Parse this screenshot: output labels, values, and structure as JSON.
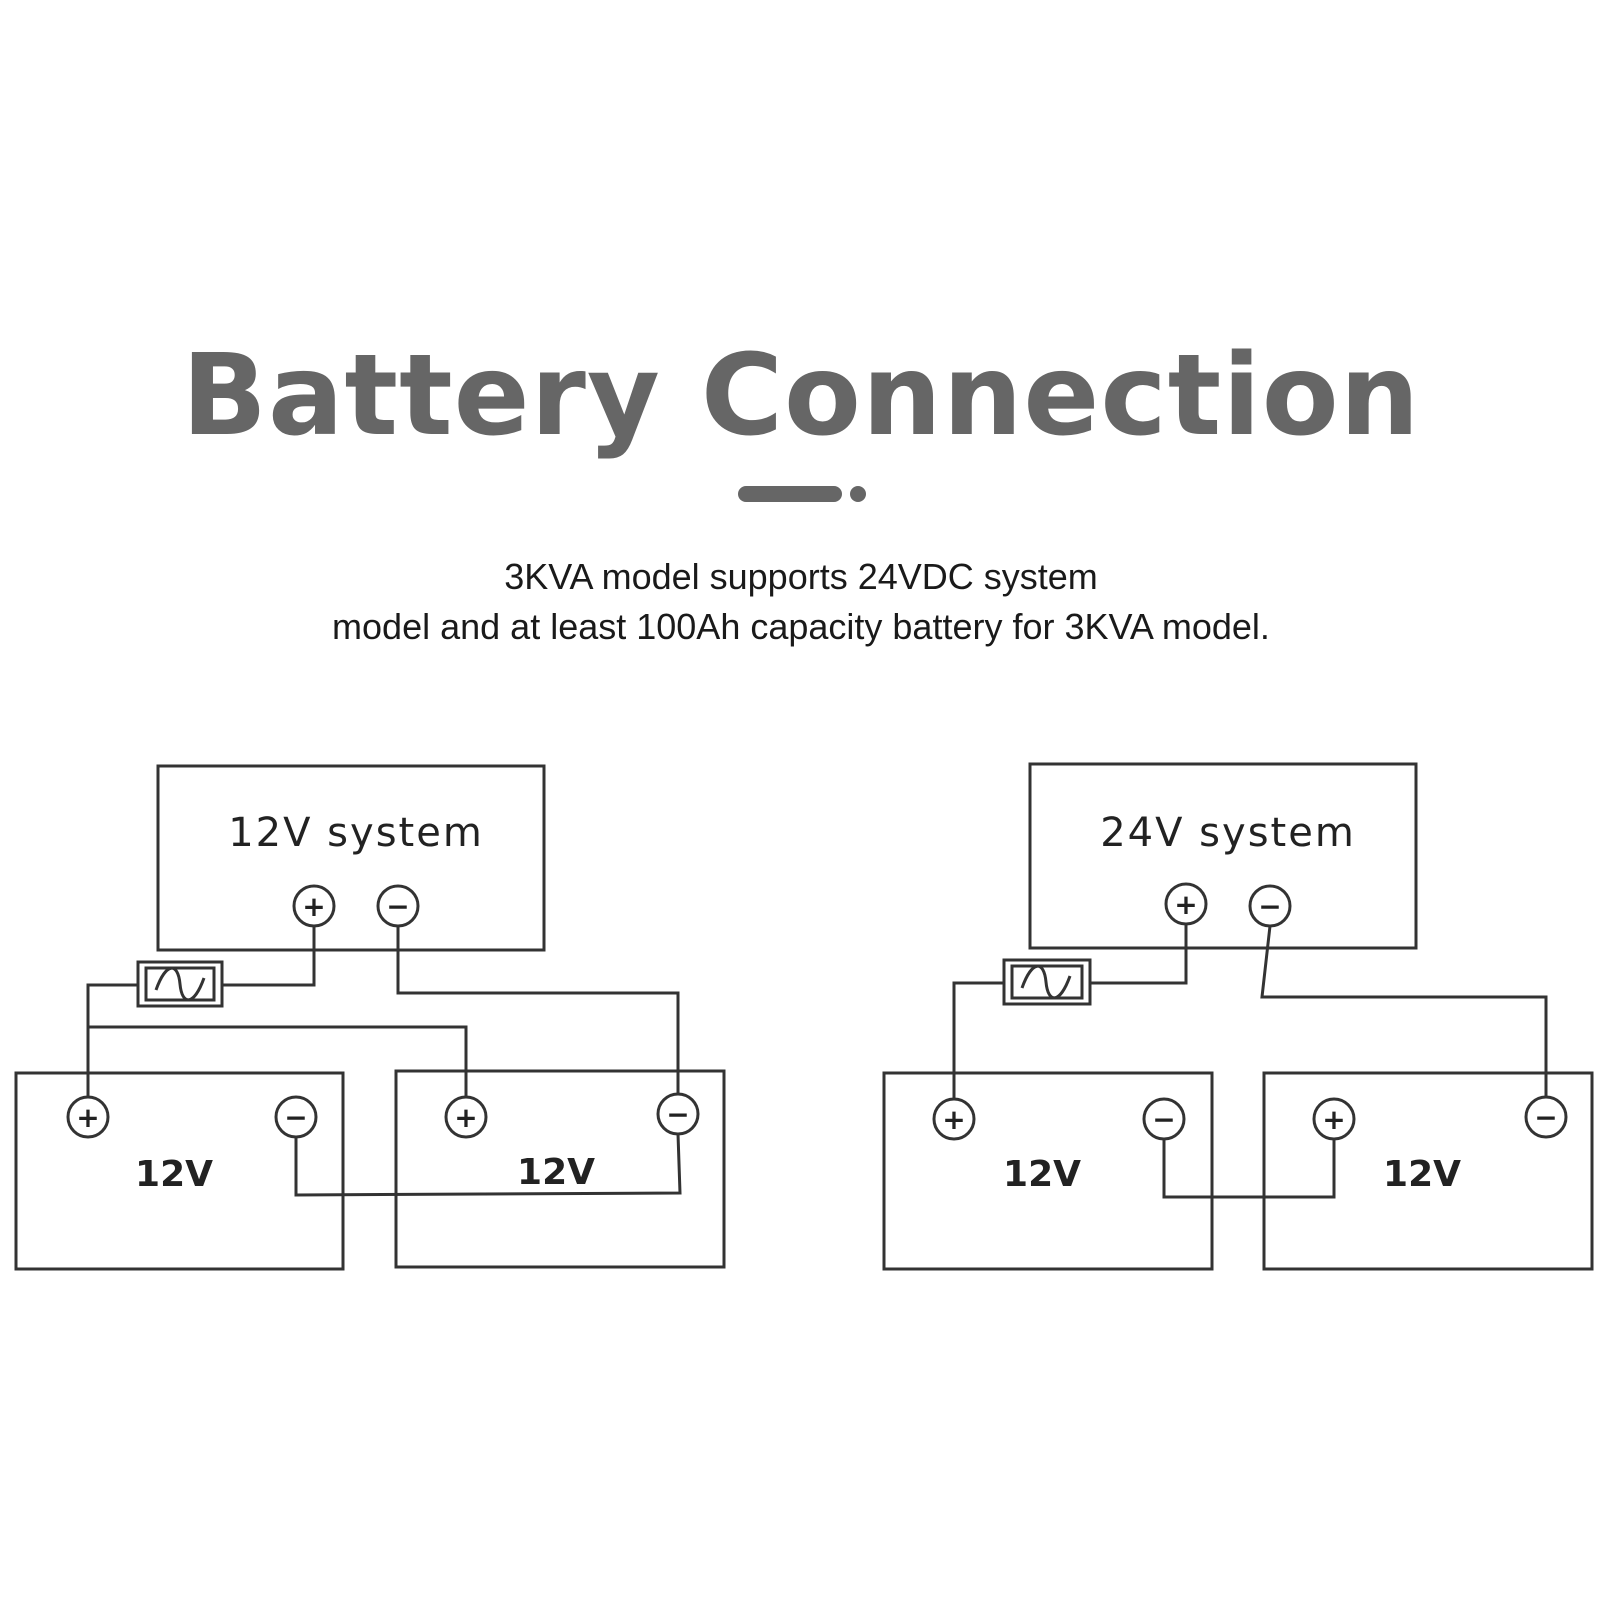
{
  "title": "Battery Connection",
  "subtitle": {
    "line1": "3KVA model supports 24VDC system",
    "line2": "model and at least 100Ah capacity battery for 3KVA model."
  },
  "diagrams": [
    {
      "system_label": "12V system",
      "batteries": [
        {
          "label": "12V"
        },
        {
          "label": "12V"
        }
      ]
    },
    {
      "system_label": "24V system",
      "batteries": [
        {
          "label": "12V"
        },
        {
          "label": "12V"
        }
      ]
    }
  ],
  "terminal_symbols": {
    "positive": "+",
    "negative": "−"
  },
  "colors": {
    "title": "#666666",
    "line": "#333333",
    "text": "#222222"
  }
}
